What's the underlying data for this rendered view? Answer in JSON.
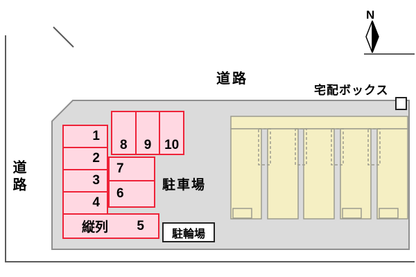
{
  "compass": {
    "label": "N"
  },
  "roads": {
    "top": "道路",
    "left": "道路"
  },
  "delivery": {
    "label": "宅配ボックス"
  },
  "areas": {
    "parking": "駐車場",
    "bicycle": "駐輪場"
  },
  "spaces": {
    "n1": "1",
    "n2": "2",
    "n3": "3",
    "n4": "4",
    "tandem_label": "縦列",
    "tandem_number": "5",
    "n6": "6",
    "n7": "7",
    "n8": "8",
    "n9": "9",
    "n10": "10"
  },
  "colors": {
    "plot_fill": "#dbdbdb",
    "plot_border": "#8f8f8f",
    "space_fill": "#ffd8e2",
    "space_border": "#ee2238",
    "building_fill": "#f5efc3",
    "building_border": "#9b9b8e",
    "boundary_line": "#5a5a5a",
    "delivery_box_border": "#222222"
  }
}
